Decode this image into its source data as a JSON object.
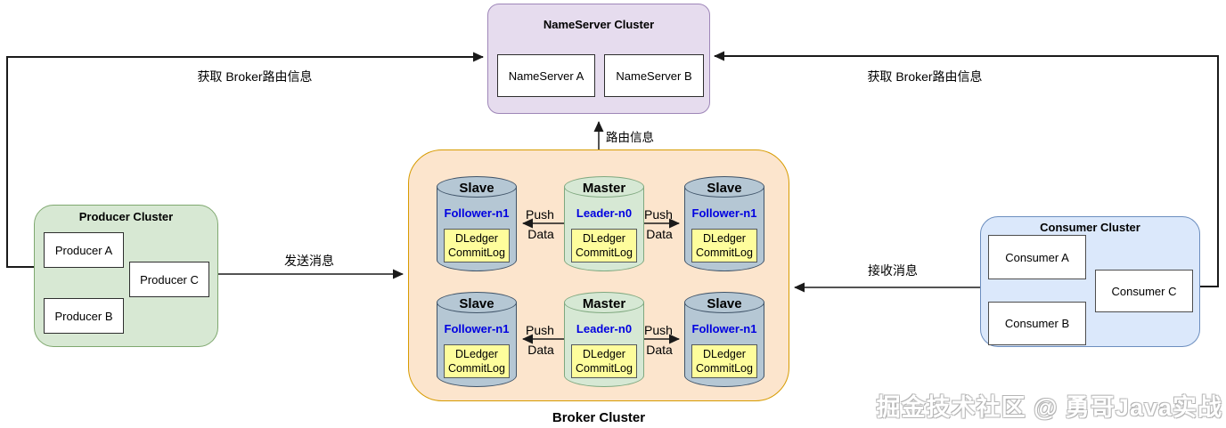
{
  "nameserver_cluster": {
    "title": "NameServer Cluster",
    "nodes": [
      {
        "label": "NameServer A"
      },
      {
        "label": "NameServer B"
      }
    ]
  },
  "producer_cluster": {
    "title": "Producer Cluster",
    "nodes": [
      {
        "label": "Producer A"
      },
      {
        "label": "Producer C"
      },
      {
        "label": "Producer B"
      }
    ]
  },
  "consumer_cluster": {
    "title": "Consumer Cluster",
    "nodes": [
      {
        "label": "Consumer A"
      },
      {
        "label": "Consumer C"
      },
      {
        "label": "Consumer B"
      }
    ]
  },
  "broker_cluster": {
    "label": "Broker Cluster",
    "rows": [
      {
        "nodes": [
          {
            "role": "Slave",
            "name": "Follower-n1",
            "storage": "DLedger CommitLog"
          },
          {
            "role": "Master",
            "name": "Leader-n0",
            "storage": "DLedger CommitLog"
          },
          {
            "role": "Slave",
            "name": "Follower-n1",
            "storage": "DLedger CommitLog"
          }
        ]
      },
      {
        "nodes": [
          {
            "role": "Slave",
            "name": "Follower-n1",
            "storage": "DLedger CommitLog"
          },
          {
            "role": "Master",
            "name": "Leader-n0",
            "storage": "DLedger CommitLog"
          },
          {
            "role": "Slave",
            "name": "Follower-n1",
            "storage": "DLedger CommitLog"
          }
        ]
      }
    ]
  },
  "edges": {
    "fetch_route_left": "获取 Broker路由信息",
    "fetch_route_right": "获取 Broker路由信息",
    "route_info": "路由信息",
    "send_message": "发送消息",
    "receive_message": "接收消息",
    "push_label": "Push",
    "data_label": "Data"
  },
  "watermark": "掘金技术社区 @ 勇哥Java实战",
  "colors": {
    "nameserver_fill": "#E6DCEE",
    "nameserver_border": "#9E86B8",
    "producer_fill": "#D7E8D3",
    "producer_border": "#7FA86F",
    "consumer_fill": "#DBE8FB",
    "consumer_border": "#6C8EBF",
    "broker_fill": "#FCE5CD",
    "broker_border": "#D79B00",
    "slave_fill": "#B5C7D4",
    "master_fill": "#D6E8D4",
    "dledger_fill": "#FEFD9C",
    "node_name_text": "#0000E0",
    "connector": "#1a1a1a"
  }
}
